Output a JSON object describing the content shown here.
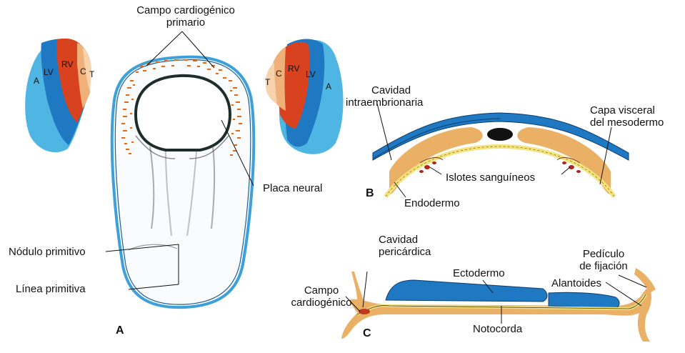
{
  "labels": {
    "campo_primario_1": "Campo cardiogénico",
    "campo_primario_2": "primario",
    "placa_neural": "Placa neural",
    "nodulo": "Nódulo primitivo",
    "linea": "Línea primitiva",
    "cavidad_intra_1": "Cavidad",
    "cavidad_intra_2": "intraembrionaria",
    "capa_visceral_1": "Capa visceral",
    "capa_visceral_2": "del mesodermo",
    "islotes": "Islotes sanguíneos",
    "endodermo": "Endodermo",
    "cavidad_peri_1": "Cavidad",
    "cavidad_peri_2": "pericárdica",
    "ectodermo": "Ectodermo",
    "pediculo_1": "Pedículo",
    "pediculo_2": "de fijación",
    "alantoides": "Alantoides",
    "campo_card_1": "Campo",
    "campo_card_2": "cardiogénico",
    "notocorda": "Notocorda"
  },
  "panels": {
    "a": "A",
    "b": "B",
    "c": "C"
  },
  "heart_fields_left": [
    "A",
    "LV",
    "RV",
    "C",
    "T"
  ],
  "heart_fields_right": [
    "T",
    "C",
    "RV",
    "LV",
    "A"
  ],
  "colors": {
    "blue_light": "#4fb6e4",
    "blue_mid": "#1e78c2",
    "blue_dark": "#16559a",
    "red": "#d8421e",
    "peach": "#f0b07a",
    "tan": "#e9b066",
    "yellow": "#f4e27a",
    "orange_dots": "#e06a1a"
  }
}
